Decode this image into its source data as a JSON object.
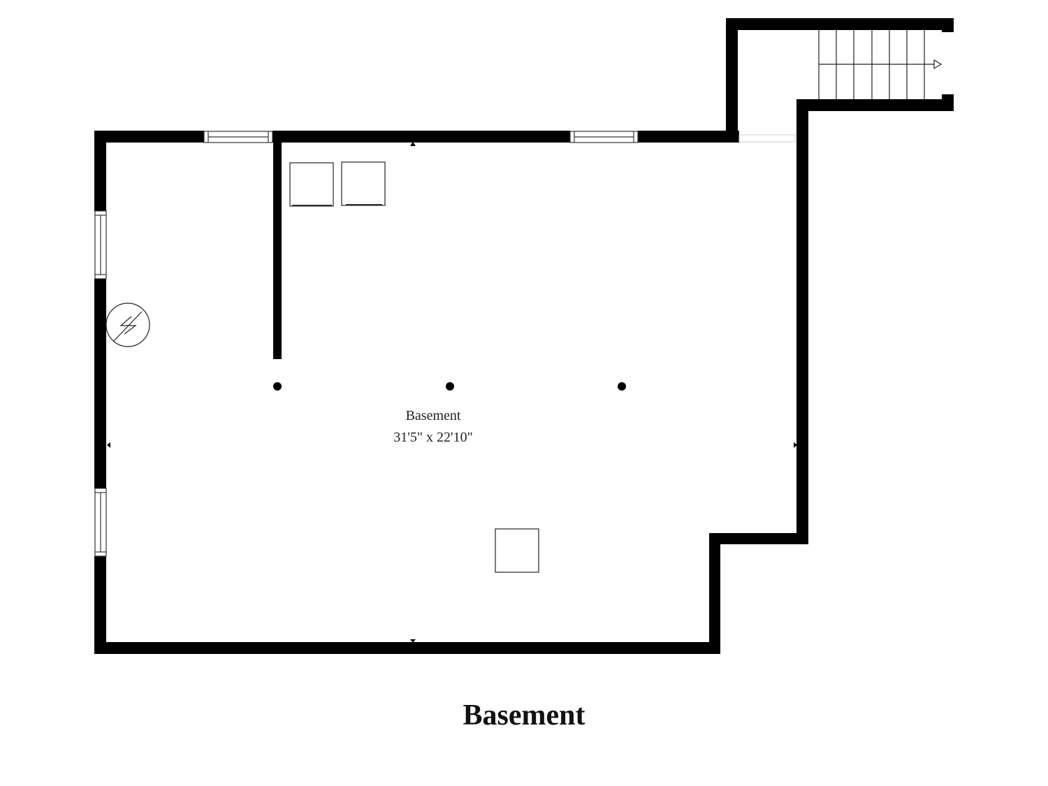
{
  "floor_plan": {
    "title": "Basement",
    "room": {
      "name": "Basement",
      "dimensions": "31'5\" x 22'10\""
    },
    "colors": {
      "wall": "#000000",
      "background": "#ffffff",
      "fixture_stroke": "#333333"
    },
    "elements": {
      "windows": 4,
      "doorways": 1,
      "staircase": 1,
      "support_columns": 3,
      "electrical_panel": 1,
      "appliances": 2,
      "floor_fixture": 1
    }
  }
}
